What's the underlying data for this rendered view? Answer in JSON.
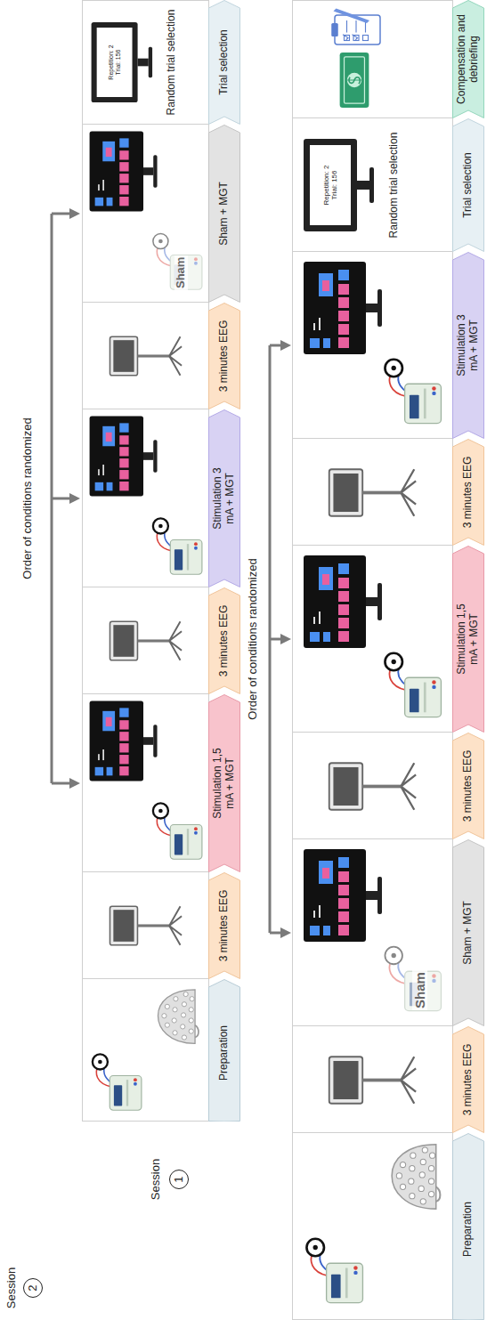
{
  "diagram": {
    "nodes": [
      {
        "text": [
          "Preparation"
        ]
      },
      {
        "text": [
          "3 minutes EEG"
        ]
      },
      {
        "text": [
          "Stimulation 1,5 mA + MGT"
        ]
      },
      {
        "text": [
          "3 minutes EEG"
        ]
      },
      {
        "text": [
          "Stimulation 3 mA + MGT"
        ]
      },
      {
        "text": [
          "3 minutes EEG"
        ]
      },
      {
        "text": [
          "Sham + MGT"
        ]
      },
      {
        "text": [
          "Trial selection"
        ]
      },
      {
        "text": [
          "Sham"
        ]
      },
      {
        "text": [
          "Random trial selection"
        ]
      },
      {
        "text": [
          "Repetition: 2 Trial: 156"
        ],
        "in": 9
      },
      {
        "text": [
          "1"
        ]
      },
      {
        "text": [
          "Preparation"
        ]
      },
      {
        "text": [
          "3 minutes EEG"
        ]
      },
      {
        "text": [
          "Sham + MGT"
        ]
      },
      {
        "text": [
          "3 minutes EEG"
        ]
      },
      {
        "text": [
          "Stimulation 1,5 mA + MGT"
        ]
      },
      {
        "text": [
          "3 minutes EEG"
        ]
      },
      {
        "text": [
          "Stimulation 3 mA + MGT"
        ]
      },
      {
        "text": [
          "Trial selection"
        ]
      },
      {
        "text": [
          "Compensation and debriefing"
        ]
      },
      {
        "text": [
          "Sham"
        ]
      },
      {
        "text": [
          "Random trial selection"
        ]
      },
      {
        "text": [
          "Repetition: 2 Trial: 156"
        ],
        "in": 22
      },
      {
        "text": [
          "2"
        ]
      }
    ],
    "labels": [
      "Order of conditions randomized",
      "Order of conditions randomized",
      "Session",
      "Session"
    ]
  }
}
